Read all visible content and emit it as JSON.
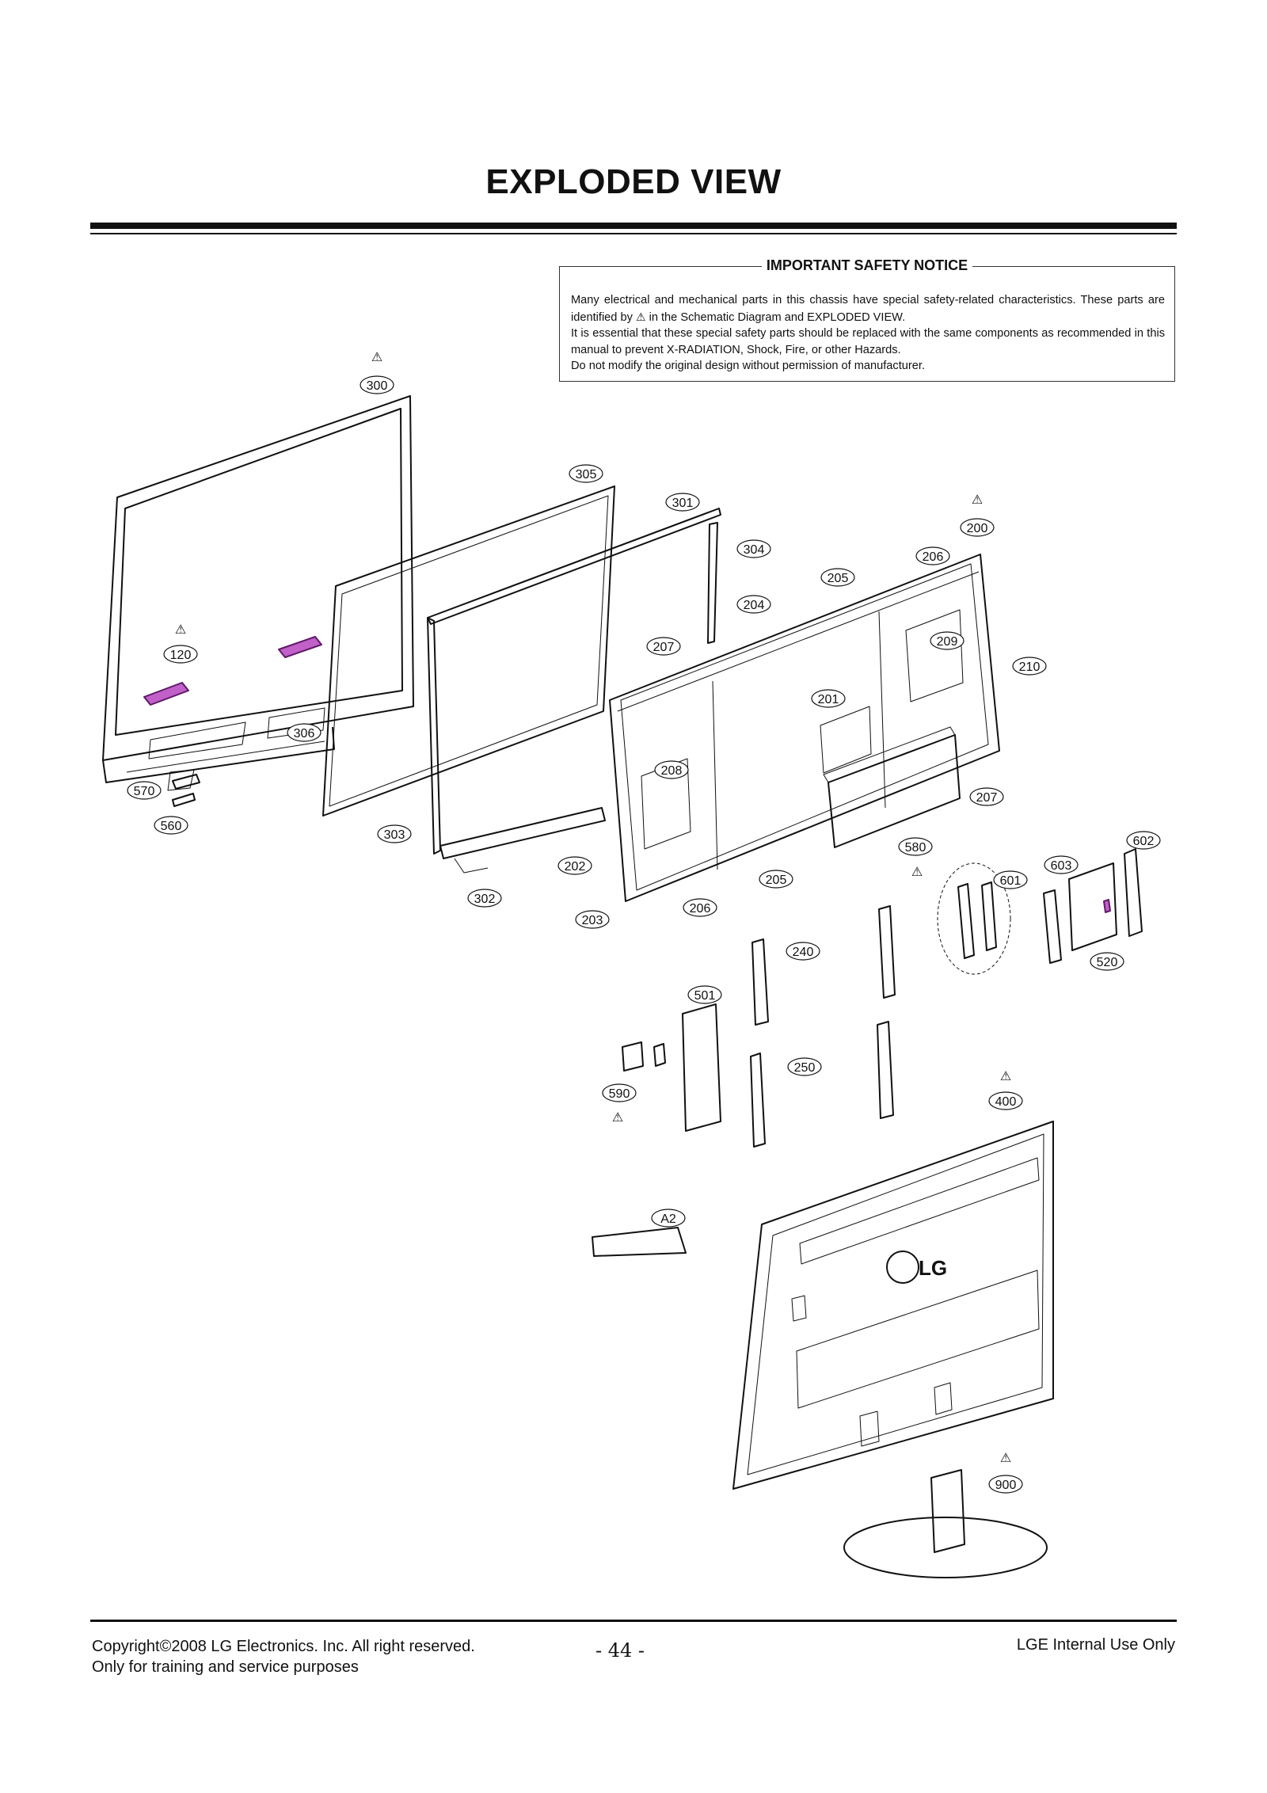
{
  "page": {
    "title": "EXPLODED VIEW",
    "notice_title": "IMPORTANT SAFETY NOTICE",
    "notice_p1a": "Many electrical and mechanical parts in this chassis have special safety-related characteristics. These parts are identified by",
    "notice_p1b": "in the Schematic Diagram and EXPLODED VIEW.",
    "notice_p2": "It is essential that these special safety parts should be replaced with the same components as recommended in this manual to prevent X-RADIATION, Shock, Fire, or other Hazards.",
    "notice_p3": "Do not modify the original design without permission of manufacturer.",
    "copyright_line1": "Copyright©2008 LG Electronics. Inc. All right reserved.",
    "copyright_line2": "Only for training and service purposes",
    "page_number": "- 44 -",
    "internal": "LGE Internal Use Only",
    "logo_text": "LG"
  },
  "parts": [
    {
      "id": "300",
      "safety": true
    },
    {
      "id": "305",
      "safety": false
    },
    {
      "id": "301",
      "safety": false
    },
    {
      "id": "304",
      "safety": false
    },
    {
      "id": "200",
      "safety": true
    },
    {
      "id": "206",
      "safety": false
    },
    {
      "id": "205",
      "safety": false
    },
    {
      "id": "204",
      "safety": false
    },
    {
      "id": "209",
      "safety": false
    },
    {
      "id": "210",
      "safety": false
    },
    {
      "id": "207",
      "safety": false
    },
    {
      "id": "120",
      "safety": true
    },
    {
      "id": "201",
      "safety": false
    },
    {
      "id": "306",
      "safety": false
    },
    {
      "id": "208",
      "safety": false
    },
    {
      "id": "207",
      "safety": false
    },
    {
      "id": "570",
      "safety": false
    },
    {
      "id": "560",
      "safety": false
    },
    {
      "id": "303",
      "safety": false
    },
    {
      "id": "202",
      "safety": false
    },
    {
      "id": "580",
      "safety": true
    },
    {
      "id": "602",
      "safety": false
    },
    {
      "id": "603",
      "safety": false
    },
    {
      "id": "601",
      "safety": false
    },
    {
      "id": "205",
      "safety": false
    },
    {
      "id": "302",
      "safety": false
    },
    {
      "id": "206",
      "safety": false
    },
    {
      "id": "203",
      "safety": false
    },
    {
      "id": "520",
      "safety": false
    },
    {
      "id": "240",
      "safety": false
    },
    {
      "id": "501",
      "safety": false
    },
    {
      "id": "250",
      "safety": false
    },
    {
      "id": "590",
      "safety": true
    },
    {
      "id": "400",
      "safety": true
    },
    {
      "id": "A2",
      "safety": false
    },
    {
      "id": "900",
      "safety": true
    }
  ]
}
